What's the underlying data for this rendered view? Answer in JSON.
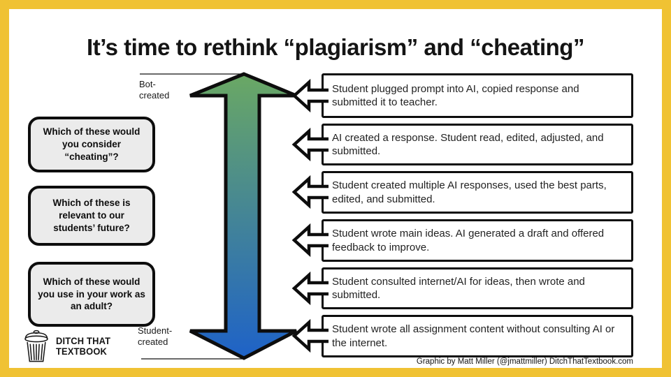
{
  "title": "It’s time to rethink “plagiarism” and “cheating”",
  "questions": [
    "Which of these would you consider “cheating”?",
    "Which of these is relevant to our students’ future?",
    "Which of these would you use in your work as an adult?"
  ],
  "axis": {
    "top_label": "Bot-\ncreated",
    "bottom_label": "Student-\ncreated",
    "gradient_top": "#6AA864",
    "gradient_bottom": "#1E62C8"
  },
  "scenarios": [
    "Student plugged prompt into AI, copied response and submitted it to teacher.",
    "AI created a response. Student read, edited, adjusted, and submitted.",
    "Student created multiple AI responses, used the best parts, edited, and submitted.",
    "Student wrote main ideas. AI generated a draft and offered feedback to improve.",
    "Student consulted internet/AI for ideas, then wrote and submitted.",
    "Student wrote all assignment content without consulting AI or the internet."
  ],
  "footer": {
    "logo_line1": "DITCH THAT",
    "logo_line2": "TEXTBOOK",
    "credit": "Graphic by Matt Miller (@jmattmiller) DitchThatTextbook.com"
  },
  "colors": {
    "frame": "#F0C233",
    "question_box_fill": "#EBEBEB",
    "outline": "#0D0D0D"
  }
}
